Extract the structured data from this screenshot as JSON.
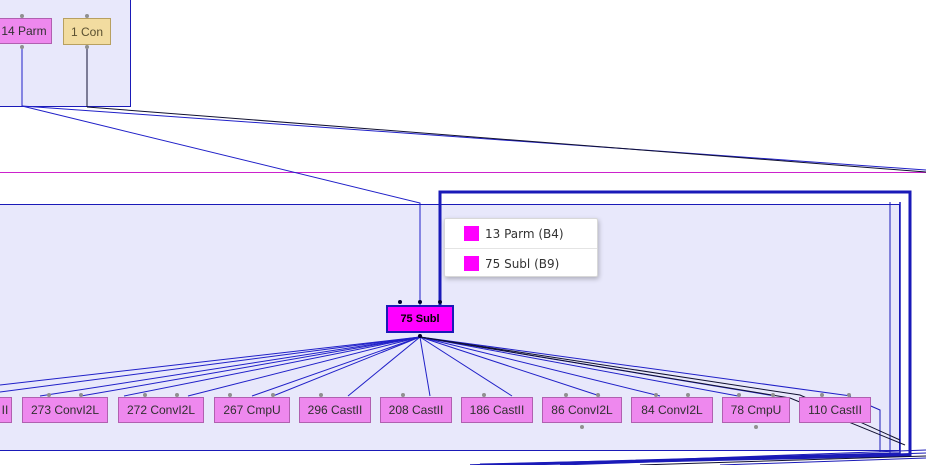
{
  "colors": {
    "region_fill": "#e8e8fb",
    "region_border": "#1a1ab8",
    "wire": "#2020c8",
    "wire_dark": "#101030",
    "divider": "#cc22cc",
    "node_pink": "#ee88ee",
    "node_tan": "#f2dca0",
    "node_selected": "#ff00ff"
  },
  "top_nodes": {
    "parm": "14 Parm",
    "con": "1 Con"
  },
  "selected_node": "75 Subl",
  "bottom_nodes": [
    "II",
    "273 ConvI2L",
    "272 ConvI2L",
    "267 CmpU",
    "296 CastII",
    "208 CastII",
    "186 CastII",
    "86 ConvI2L",
    "84 ConvI2L",
    "78 CmpU",
    "110 CastII"
  ],
  "popup_menu": {
    "items": [
      {
        "label": "13 Parm (B4)",
        "swatch_icon": "magenta-square-icon"
      },
      {
        "label": "75 Subl (B9)",
        "swatch_icon": "magenta-square-icon"
      }
    ]
  }
}
